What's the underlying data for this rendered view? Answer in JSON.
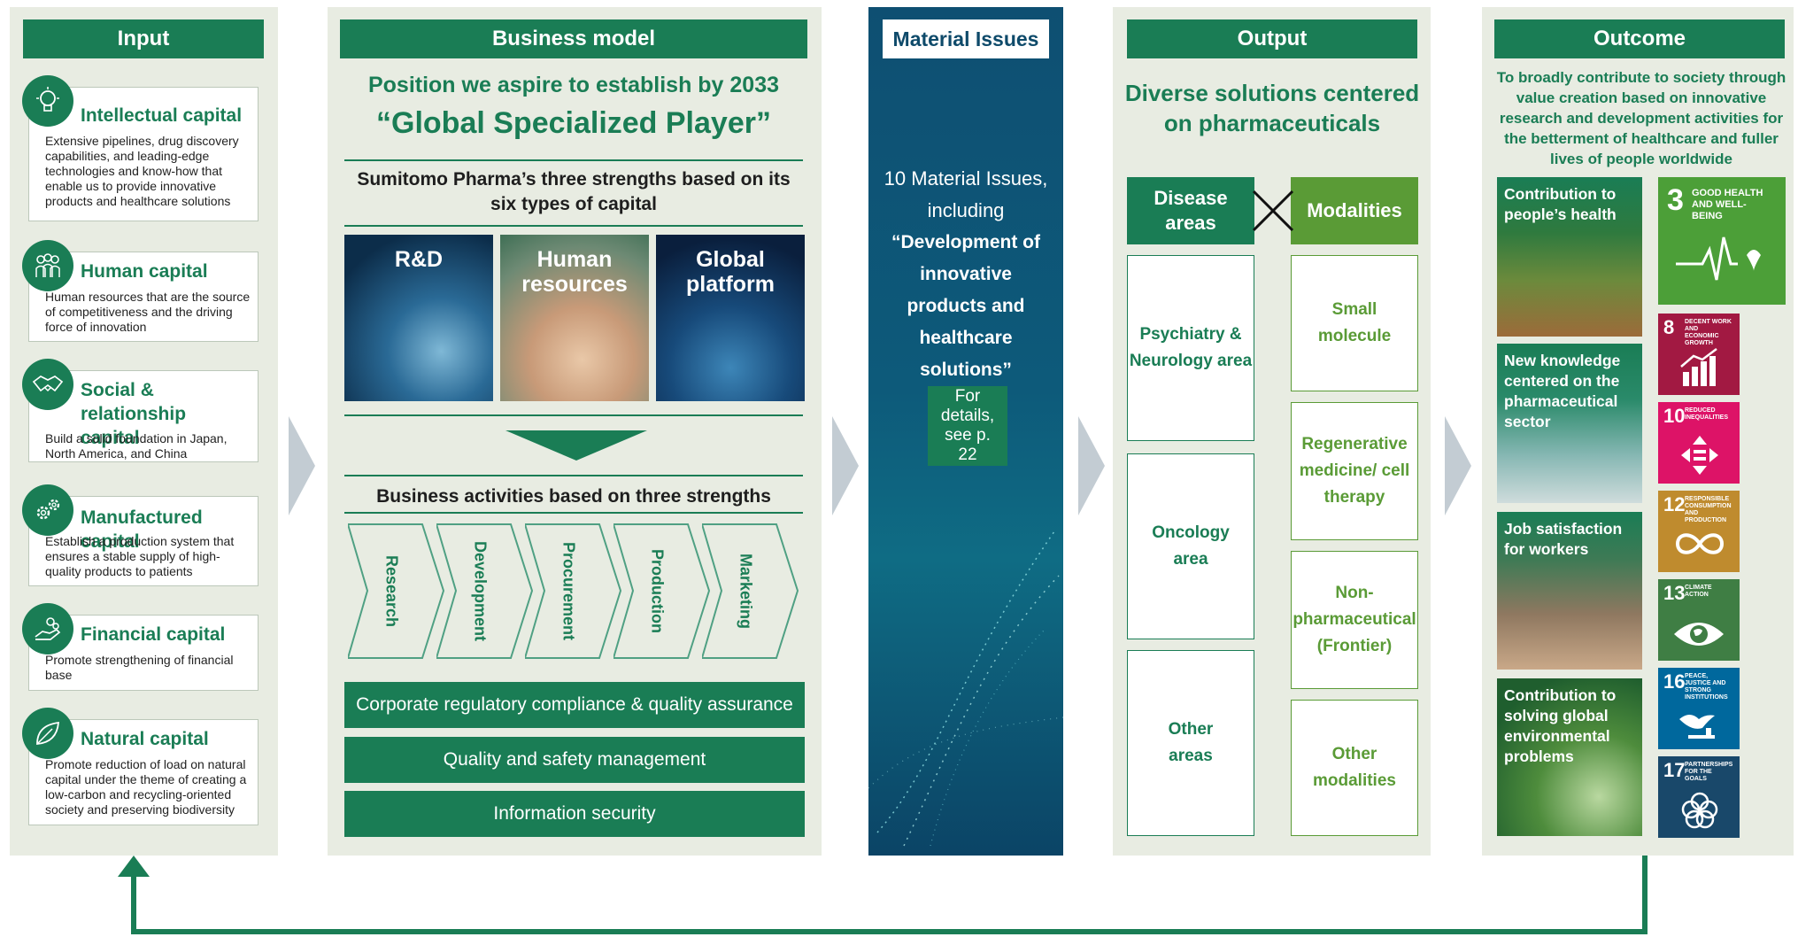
{
  "input": {
    "title": "Input",
    "capitals": [
      {
        "title": "Intellectual capital",
        "desc": "Extensive pipelines, drug discovery capabilities, and leading-edge technologies and know-how that enable us to provide innovative products and healthcare solutions",
        "icon": "lightbulb-icon"
      },
      {
        "title": "Human capital",
        "desc": "Human resources that are the source of competitiveness and the driving force of innovation",
        "icon": "people-icon"
      },
      {
        "title": "Social & relationship capital",
        "desc": "Build a solid foundation in Japan, North America, and China",
        "icon": "handshake-icon"
      },
      {
        "title": "Manufactured capital",
        "desc": "Establish a production system that ensures a stable supply of high-quality products to patients",
        "icon": "gears-icon"
      },
      {
        "title": "Financial capital",
        "desc": "Promote strengthening of financial base",
        "icon": "hand-coins-icon"
      },
      {
        "title": "Natural capital",
        "desc": "Promote reduction of load on natural capital under the theme of creating a low-carbon and recycling-oriented society and preserving biodiversity",
        "icon": "leaf-icon"
      }
    ]
  },
  "business_model": {
    "title": "Business model",
    "aspire_line": "Position we aspire to establish by 2033",
    "aspire_name": "“Global Specialized Player”",
    "strengths_heading": "Sumitomo Pharma’s three strengths based on its six types of capital",
    "strengths": [
      "R&D",
      "Human resources",
      "Global platform"
    ],
    "activities_heading": "Business activities based on three strengths",
    "activities": [
      "Research",
      "Development",
      "Procurement",
      "Production",
      "Marketing"
    ],
    "bars": [
      "Corporate regulatory compliance & quality assurance",
      "Quality and safety management",
      "Information security"
    ]
  },
  "material_issues": {
    "title": "Material Issues",
    "line1": "10 Material Issues, including",
    "line2": "“Development of innovative products and healthcare solutions”",
    "details": "For details, see p. 22"
  },
  "output": {
    "title": "Output",
    "subtitle": "Diverse solutions centered on pharmaceuticals",
    "disease_header": "Disease areas",
    "modalities_header": "Modalities",
    "disease_areas": [
      "Psychiatry & Neurology area",
      "Oncology area",
      "Other areas"
    ],
    "modalities": [
      "Small molecule",
      "Regenerative medicine/ cell therapy",
      "Non-pharmaceutical (Frontier)",
      "Other modalities"
    ]
  },
  "outcome": {
    "title": "Outcome",
    "intro": "To broadly contribute to society through value creation based on innovative research and development activities for the betterment of healthcare and fuller lives of people worldwide",
    "items": [
      "Contribution to people’s health",
      "New knowledge centered on the pharmaceutical sector",
      "Job satisfaction for workers",
      "Contribution to solving global environmental problems"
    ],
    "sdgs": [
      {
        "num": "3",
        "text": "GOOD HEALTH AND WELL-BEING",
        "color": "#4c9f38"
      },
      {
        "num": "8",
        "text": "DECENT WORK AND ECONOMIC GROWTH",
        "color": "#a21942"
      },
      {
        "num": "10",
        "text": "REDUCED INEQUALITIES",
        "color": "#dd1367"
      },
      {
        "num": "12",
        "text": "RESPONSIBLE CONSUMPTION AND PRODUCTION",
        "color": "#bf8b2e"
      },
      {
        "num": "13",
        "text": "CLIMATE ACTION",
        "color": "#3f7e44"
      },
      {
        "num": "16",
        "text": "PEACE, JUSTICE AND STRONG INSTITUTIONS",
        "color": "#00689d"
      },
      {
        "num": "17",
        "text": "PARTNERSHIPS FOR THE GOALS",
        "color": "#19486a"
      }
    ]
  },
  "colors": {
    "brand_green": "#1a7d55",
    "modality_green": "#5a9b36",
    "panel_bg": "#e8ece2",
    "material_bg": "#0e4a6a"
  }
}
